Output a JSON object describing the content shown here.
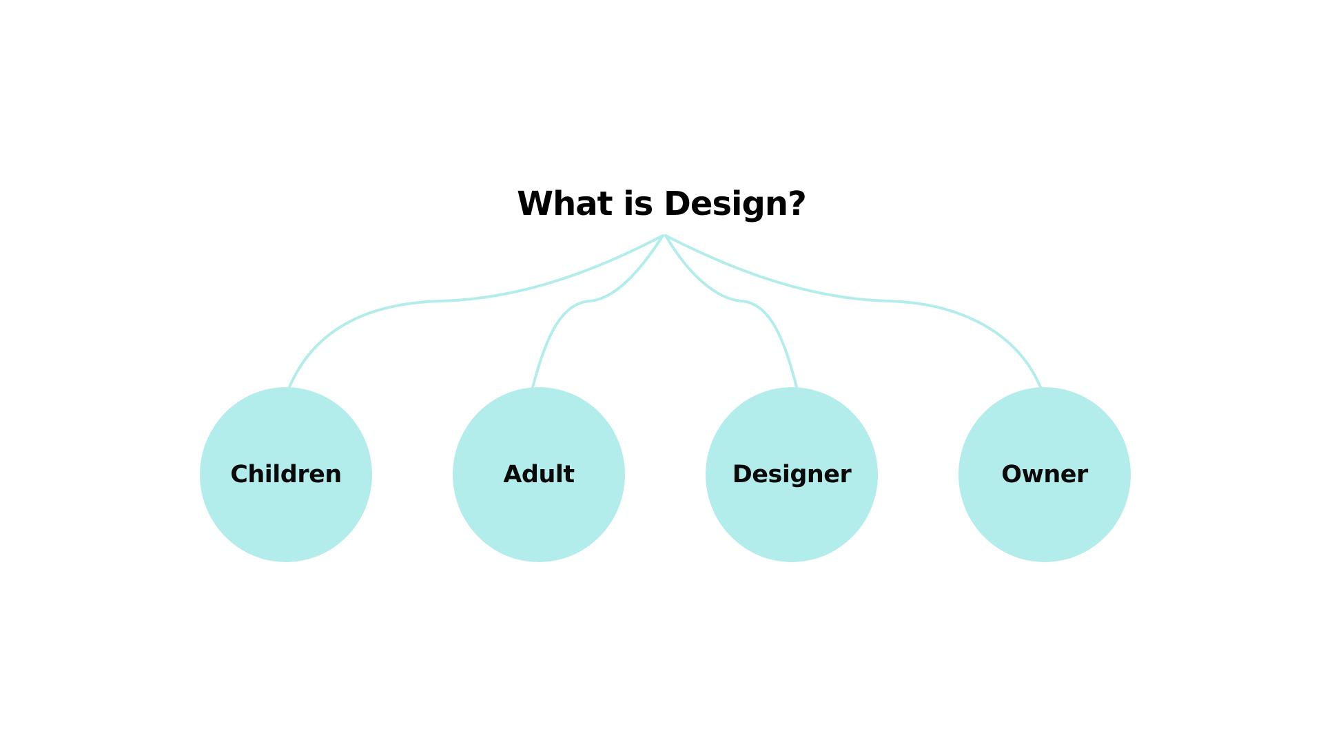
{
  "diagram": {
    "title": "What is Design?",
    "nodes": [
      {
        "label": "Children"
      },
      {
        "label": "Adult"
      },
      {
        "label": "Designer"
      },
      {
        "label": "Owner"
      }
    ],
    "colors": {
      "node_fill": "#b3edeb",
      "connector": "#b3edeb",
      "text": "#000000",
      "background": "#ffffff"
    }
  }
}
